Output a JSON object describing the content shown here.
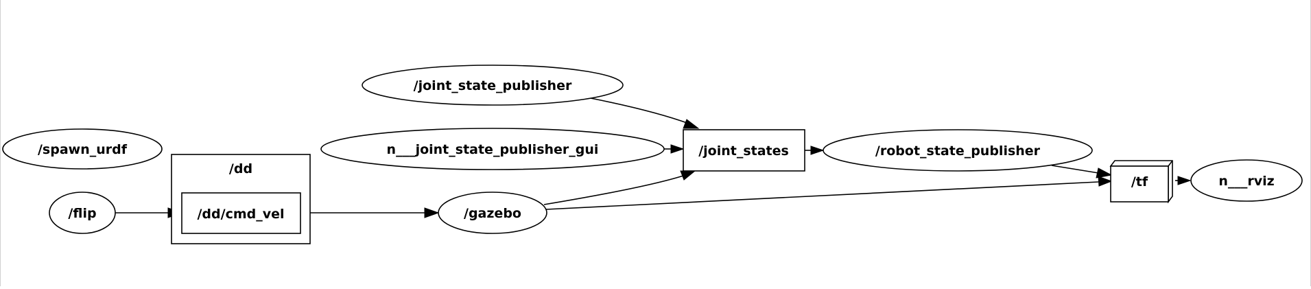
{
  "graph": {
    "nodes": {
      "spawn_urdf": "/spawn_urdf",
      "flip": "/flip",
      "dd_cluster": "/dd",
      "dd_cmd_vel": "/dd/cmd_vel",
      "joint_state_publisher": "/joint_state_publisher",
      "joint_state_publisher_gui": "n___joint_state_publisher_gui",
      "gazebo": "/gazebo",
      "joint_states": "/joint_states",
      "robot_state_publisher": "/robot_state_publisher",
      "tf": "/tf",
      "rviz": "n___rviz"
    },
    "edges": [
      {
        "from": "/flip",
        "to": "/dd/cmd_vel"
      },
      {
        "from": "/dd/cmd_vel",
        "to": "/gazebo"
      },
      {
        "from": "/joint_state_publisher",
        "to": "/joint_states"
      },
      {
        "from": "n___joint_state_publisher_gui",
        "to": "/joint_states"
      },
      {
        "from": "/gazebo",
        "to": "/joint_states"
      },
      {
        "from": "/joint_states",
        "to": "/robot_state_publisher"
      },
      {
        "from": "/robot_state_publisher",
        "to": "/tf"
      },
      {
        "from": "/gazebo",
        "to": "/tf"
      },
      {
        "from": "/tf",
        "to": "n___rviz"
      }
    ]
  }
}
